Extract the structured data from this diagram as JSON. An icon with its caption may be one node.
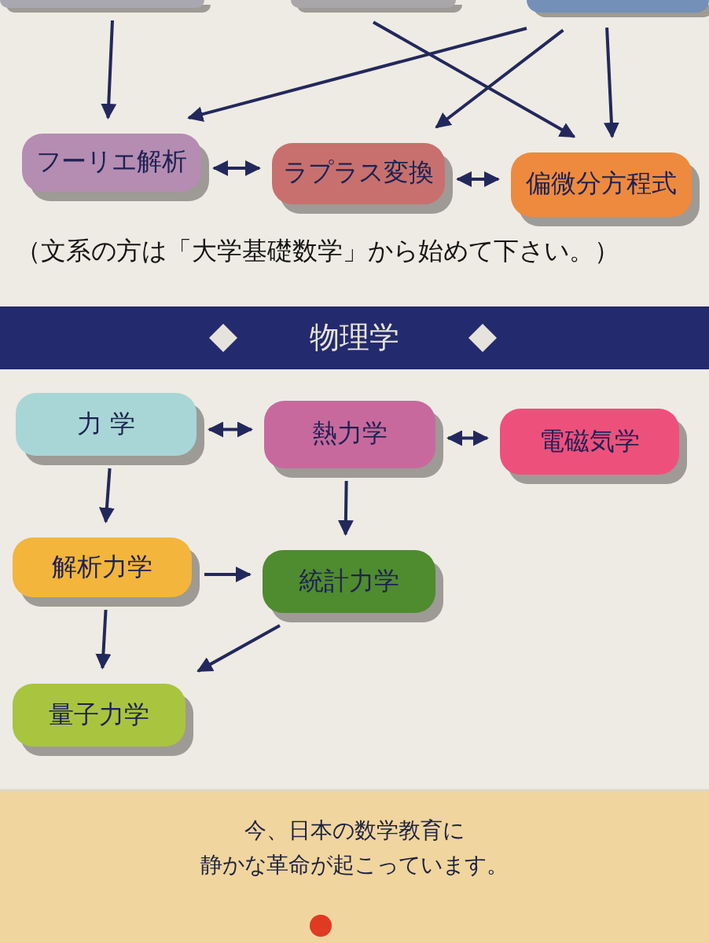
{
  "diagram": {
    "nodes": [
      {
        "text": [],
        "shape": "box"
      },
      {
        "text": [],
        "shape": "box"
      },
      {
        "text": [],
        "shape": "box"
      },
      {
        "text": [
          "フーリエ解析"
        ]
      },
      {
        "text": [
          "ラプラス変換"
        ]
      },
      {
        "text": [
          "偏微分方程式"
        ]
      },
      {
        "text": [
          "物理学"
        ]
      },
      {
        "text": [
          "力 学"
        ]
      },
      {
        "text": [
          "熱力学"
        ]
      },
      {
        "text": [
          "電磁気学"
        ]
      },
      {
        "text": [
          "解析力学"
        ]
      },
      {
        "text": [
          "統計力学"
        ]
      },
      {
        "text": [
          "量子力学"
        ]
      }
    ],
    "edges": [
      {
        "from": 0,
        "to": 3,
        "arrow": "to"
      },
      {
        "from": 2,
        "to": 3,
        "arrow": "to"
      },
      {
        "from": 1,
        "to": 5,
        "arrow": "to"
      },
      {
        "from": 2,
        "to": 4,
        "arrow": "to"
      },
      {
        "from": 2,
        "to": 5,
        "arrow": "to"
      },
      {
        "from": 3,
        "to": 4,
        "arrow": "both"
      },
      {
        "from": 4,
        "to": 5,
        "arrow": "both"
      },
      {
        "from": 7,
        "to": 8,
        "arrow": "both"
      },
      {
        "from": 8,
        "to": 9,
        "arrow": "both"
      },
      {
        "from": 7,
        "to": 10,
        "arrow": "to"
      },
      {
        "from": 8,
        "to": 11,
        "arrow": "to"
      },
      {
        "from": 10,
        "to": 11,
        "arrow": "to"
      },
      {
        "from": 10,
        "to": 12,
        "arrow": "to"
      },
      {
        "from": 11,
        "to": 12,
        "arrow": "to"
      }
    ],
    "labels": [
      "（文系の方は「大学基礎数学」から始めて下さい。）",
      "今、日本の数学教育に",
      "静かな革命が起こっています。"
    ]
  }
}
